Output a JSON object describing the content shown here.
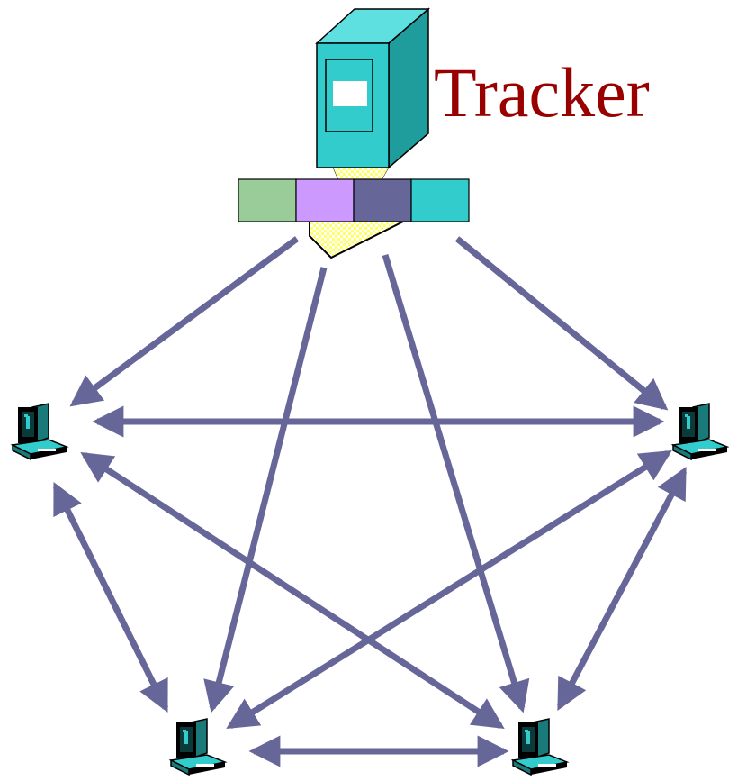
{
  "tracker": {
    "label": "Tracker",
    "icon": "server-tower-icon",
    "file_pieces": [
      "#99cc99",
      "#cc99ff",
      "#666699",
      "#33cccc"
    ]
  },
  "peers": [
    {
      "id": "peer-left",
      "icon": "computer-icon"
    },
    {
      "id": "peer-right",
      "icon": "computer-icon"
    },
    {
      "id": "peer-bottom-left",
      "icon": "computer-icon"
    },
    {
      "id": "peer-bottom-right",
      "icon": "computer-icon"
    }
  ],
  "colors": {
    "arrow": "#666699",
    "tracker_text": "#990000",
    "tower": "#33cccc"
  }
}
